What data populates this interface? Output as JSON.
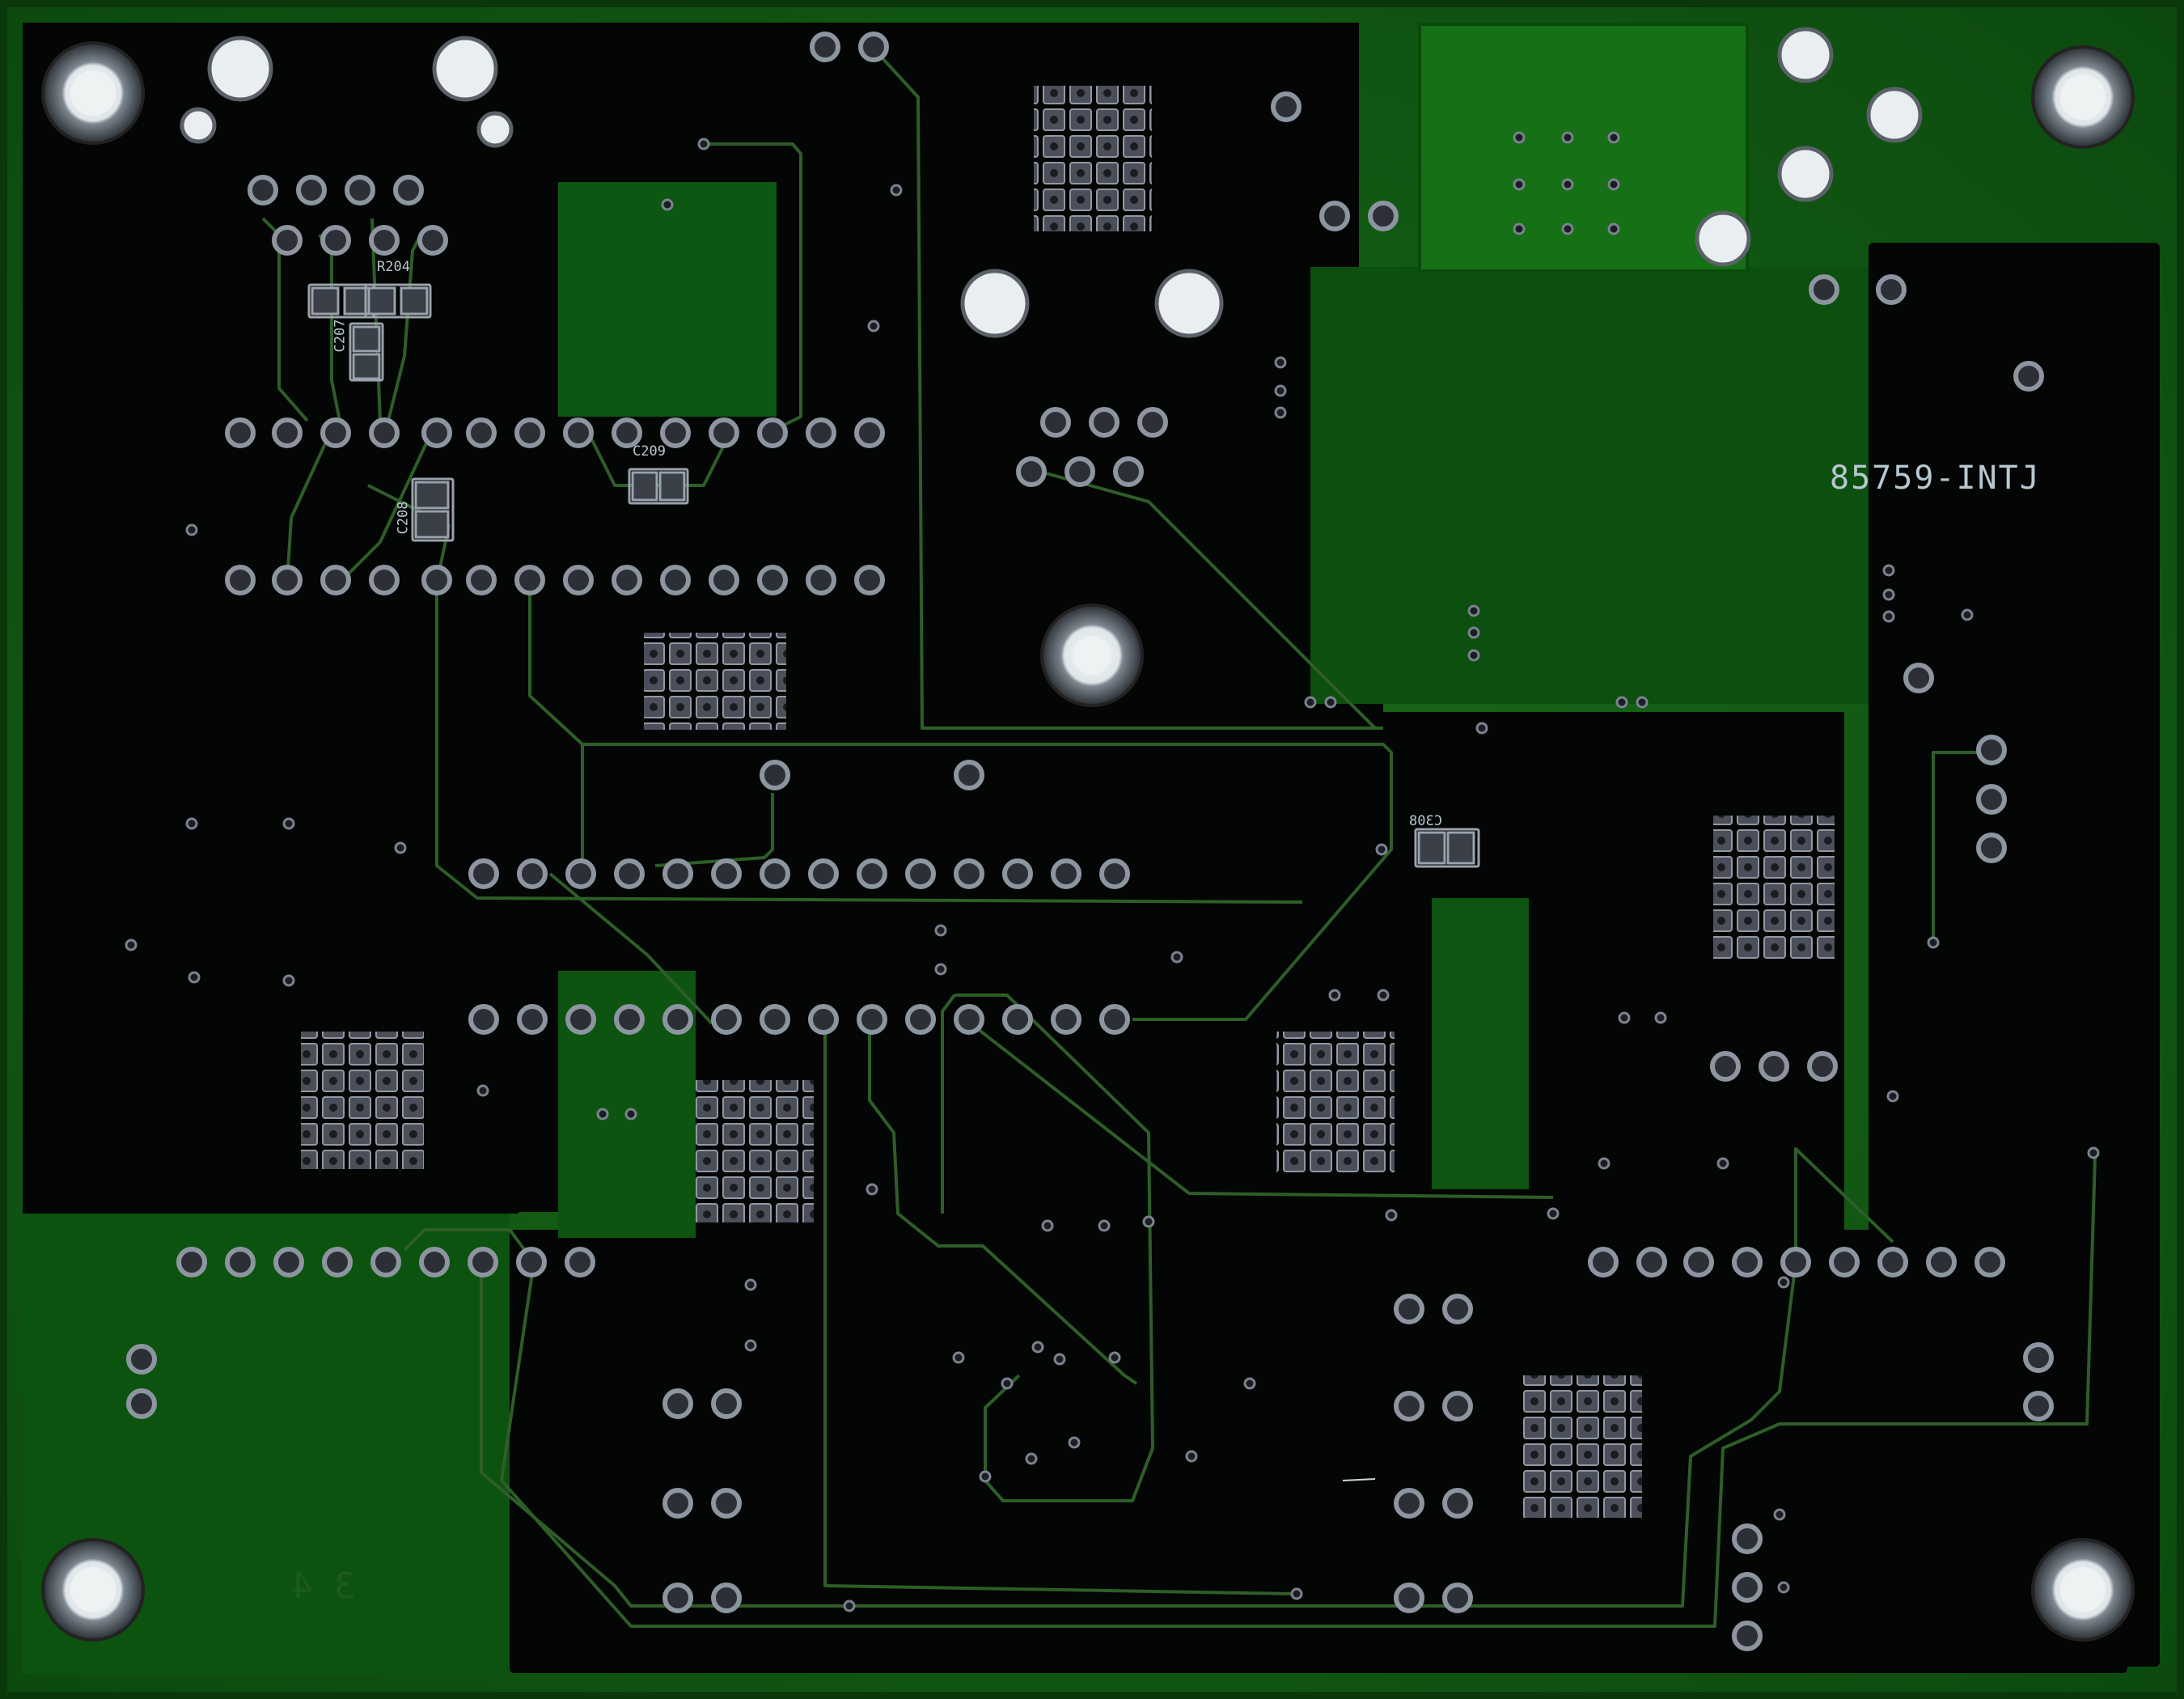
{
  "board": {
    "id_label": "85759-INTJ",
    "layer_number": "3 4",
    "colors": {
      "substrate": "#0f5a12",
      "substrate_light": "#1f7a1f",
      "copper_pour": "#030604",
      "trace": "#2e5e28",
      "pad_ring": "#9aa3ad",
      "drill": "#e6ecef",
      "silkscreen": "#b8c8d0"
    }
  },
  "components": [
    {
      "ref": "R204"
    },
    {
      "ref": "C207"
    },
    {
      "ref": "C208"
    },
    {
      "ref": "C209"
    },
    {
      "ref": "C308"
    }
  ]
}
